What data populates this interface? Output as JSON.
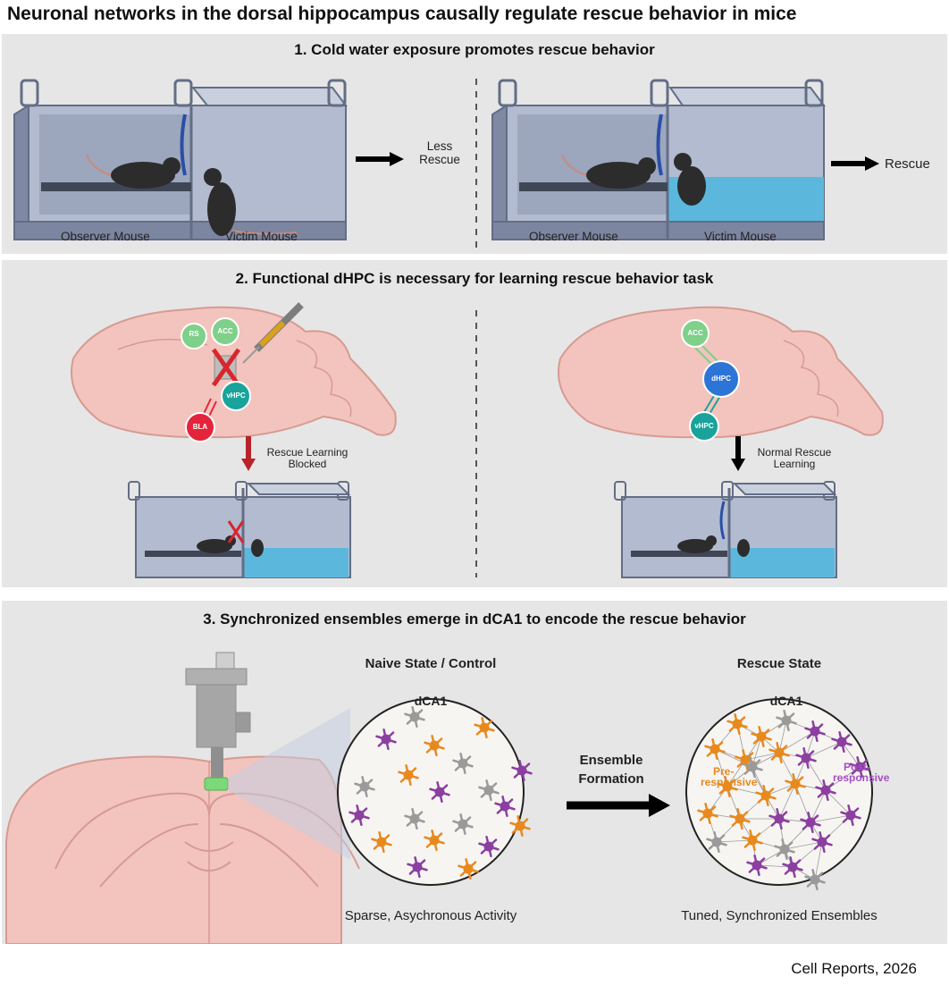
{
  "title": "Neuronal networks in the dorsal hippocampus causally regulate rescue behavior in mice",
  "panel1": {
    "title": "1.  Cold water exposure promotes rescue behavior",
    "left": {
      "observer": "Observer Mouse",
      "victim": "Victim Mouse",
      "outcome_line1": "Less",
      "outcome_line2": "Rescue"
    },
    "right": {
      "observer": "Observer Mouse",
      "victim": "Victim Mouse",
      "outcome": "Rescue"
    }
  },
  "panel2": {
    "title": "2. Functional dHPC is necessary for learning rescue behavior task",
    "left": {
      "node_rs": "RS",
      "node_acc": "ACC",
      "node_vhpc": "vHPC",
      "node_bla": "BLA",
      "outcome_line1": "Rescue Learning",
      "outcome_line2": "Blocked"
    },
    "right": {
      "node_acc": "ACC",
      "node_dhpc": "dHPC",
      "node_vhpc": "vHPC",
      "outcome_line1": "Normal Rescue",
      "outcome_line2": "Learning"
    }
  },
  "panel3": {
    "title": "3. Synchronized ensembles emerge in dCA1 to encode the rescue behavior",
    "naive": {
      "heading": "Naive State / Control",
      "region": "dCA1",
      "caption": "Sparse, Asychronous Activity"
    },
    "arrow_line1": "Ensemble",
    "arrow_line2": "Formation",
    "rescue": {
      "heading": "Rescue State",
      "region": "dCA1",
      "pre_line1": "Pre-",
      "pre_line2": "responsive",
      "post_line1": "Post-",
      "post_line2": "responsive",
      "caption": "Tuned, Synchronized Ensembles"
    }
  },
  "footer": "Cell Reports, 2026",
  "colors": {
    "panel_bg": "#e6e6e6",
    "water": "#5bb8dc",
    "brain": "#f2c4bd",
    "orange_neuron": "#e8891e",
    "purple_neuron": "#8b3fa0",
    "grey_neuron": "#9a9a9a",
    "block_red": "#d8262e",
    "node_green": "#7fd08a",
    "node_teal": "#19a39a",
    "node_blue": "#2c74d6",
    "node_red": "#e4243a"
  }
}
